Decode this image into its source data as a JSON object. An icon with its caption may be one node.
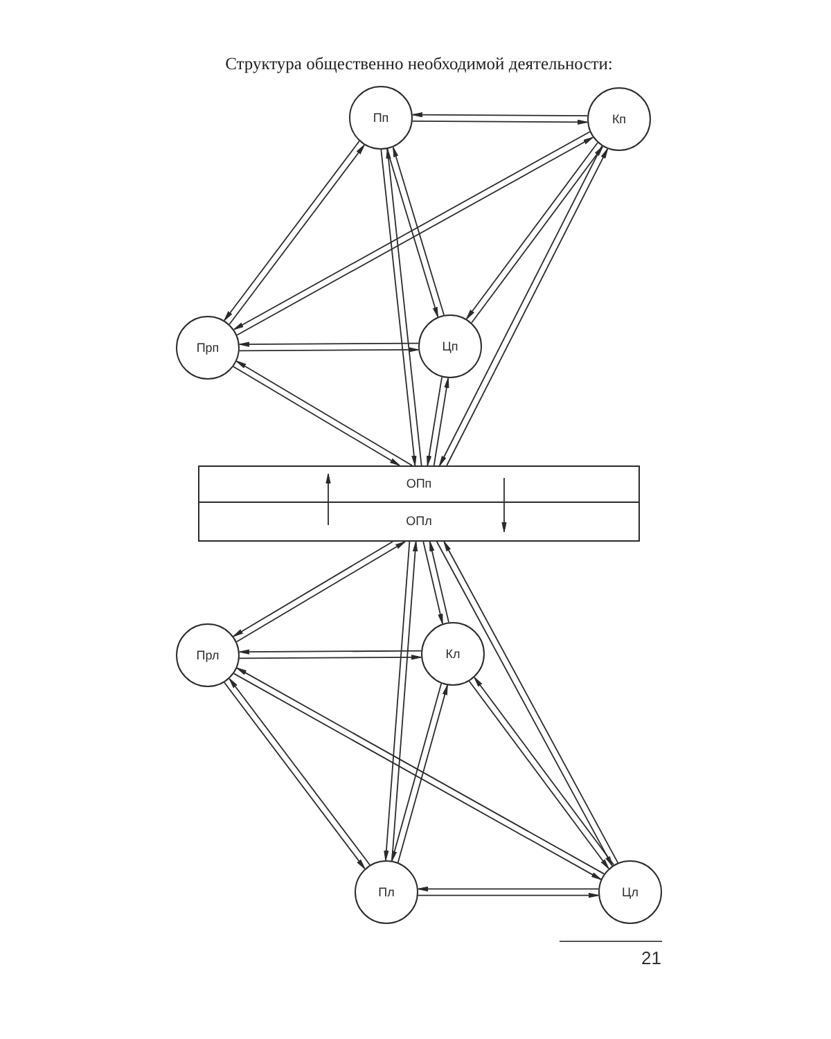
{
  "diagram": {
    "title": "Структура общественно необходимой деятельности:",
    "nodes": [
      {
        "text": [
          "Пп"
        ]
      },
      {
        "text": [
          "Кп"
        ]
      },
      {
        "text": [
          "Прп"
        ]
      },
      {
        "text": [
          "Цп"
        ]
      },
      {
        "text": [
          "ОПп"
        ]
      },
      {
        "text": [
          "ОПл"
        ]
      },
      {
        "text": [
          "Прл"
        ]
      },
      {
        "text": [
          "Кл"
        ]
      },
      {
        "text": [
          "Пл"
        ]
      },
      {
        "text": [
          "Цл"
        ]
      }
    ],
    "edges": [
      {
        "from": 0,
        "to": 1,
        "arrow": "to"
      },
      {
        "from": 1,
        "to": 0,
        "arrow": "to"
      },
      {
        "from": 0,
        "to": 2,
        "arrow": "to"
      },
      {
        "from": 2,
        "to": 0,
        "arrow": "to"
      },
      {
        "from": 0,
        "to": 3,
        "arrow": "to"
      },
      {
        "from": 3,
        "to": 0,
        "arrow": "to"
      },
      {
        "from": 0,
        "to": 4,
        "arrow": "to"
      },
      {
        "from": 4,
        "to": 0,
        "arrow": "to"
      },
      {
        "from": 1,
        "to": 2,
        "arrow": "to"
      },
      {
        "from": 2,
        "to": 1,
        "arrow": "to"
      },
      {
        "from": 1,
        "to": 3,
        "arrow": "to"
      },
      {
        "from": 3,
        "to": 1,
        "arrow": "to"
      },
      {
        "from": 1,
        "to": 4,
        "arrow": "to"
      },
      {
        "from": 4,
        "to": 1,
        "arrow": "to"
      },
      {
        "from": 2,
        "to": 3,
        "arrow": "to"
      },
      {
        "from": 3,
        "to": 2,
        "arrow": "to"
      },
      {
        "from": 2,
        "to": 4,
        "arrow": "to"
      },
      {
        "from": 4,
        "to": 2,
        "arrow": "to"
      },
      {
        "from": 3,
        "to": 4,
        "arrow": "to"
      },
      {
        "from": 4,
        "to": 3,
        "arrow": "to"
      },
      {
        "from": 5,
        "to": 4,
        "arrow": "to"
      },
      {
        "from": 4,
        "to": 5,
        "arrow": "to"
      },
      {
        "from": 5,
        "to": 6,
        "arrow": "to"
      },
      {
        "from": 6,
        "to": 5,
        "arrow": "to"
      },
      {
        "from": 5,
        "to": 7,
        "arrow": "to"
      },
      {
        "from": 7,
        "to": 5,
        "arrow": "to"
      },
      {
        "from": 5,
        "to": 8,
        "arrow": "to"
      },
      {
        "from": 8,
        "to": 5,
        "arrow": "to"
      },
      {
        "from": 5,
        "to": 9,
        "arrow": "to"
      },
      {
        "from": 9,
        "to": 5,
        "arrow": "to"
      },
      {
        "from": 6,
        "to": 7,
        "arrow": "to"
      },
      {
        "from": 7,
        "to": 6,
        "arrow": "to"
      },
      {
        "from": 6,
        "to": 8,
        "arrow": "to"
      },
      {
        "from": 8,
        "to": 6,
        "arrow": "to"
      },
      {
        "from": 6,
        "to": 9,
        "arrow": "to"
      },
      {
        "from": 9,
        "to": 6,
        "arrow": "to"
      },
      {
        "from": 7,
        "to": 8,
        "arrow": "to"
      },
      {
        "from": 8,
        "to": 7,
        "arrow": "to"
      },
      {
        "from": 7,
        "to": 9,
        "arrow": "to"
      },
      {
        "from": 9,
        "to": 7,
        "arrow": "to"
      },
      {
        "from": 8,
        "to": 9,
        "arrow": "to"
      },
      {
        "from": 9,
        "to": 8,
        "arrow": "to"
      }
    ],
    "labels": [
      "21"
    ]
  }
}
